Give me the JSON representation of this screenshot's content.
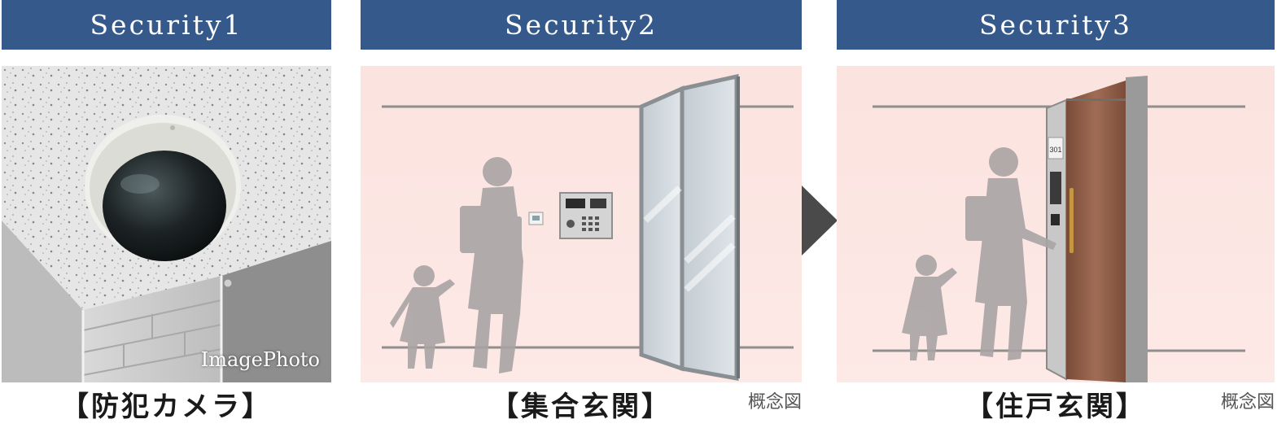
{
  "panels": [
    {
      "title": "Security1",
      "caption": "【防犯カメラ】",
      "image_note": "ImagePhoto"
    },
    {
      "title": "Security2",
      "caption": "【集合玄関】",
      "note": "概念図"
    },
    {
      "title": "Security3",
      "caption": "【住戸玄関】",
      "note": "概念図",
      "door_number": "301"
    }
  ],
  "colors": {
    "header": "#34598a",
    "arrow": "#4a4a4a",
    "scene_bg": "#fbe3df",
    "silhouette": "#a9a4a4",
    "door": "#8a5a45"
  },
  "icons": [
    "next-arrow-icon"
  ]
}
